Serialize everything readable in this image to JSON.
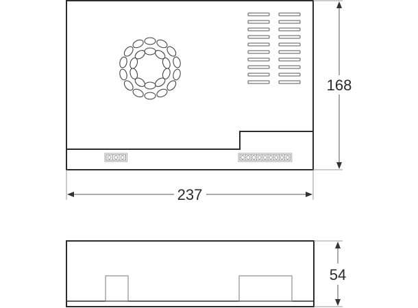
{
  "drawing": {
    "type": "technical-dimension-drawing",
    "colors": {
      "outline": "#2b2b2b",
      "thin_line": "#8a8a8a",
      "dimension_line": "#555555",
      "background": "#ffffff"
    },
    "top_view": {
      "width_label": "237",
      "height_label": "168",
      "vent_slots": {
        "rows": 10,
        "columns": 2
      },
      "fan_grille": {
        "outer_ring_holes": 14,
        "inner_ring_holes": 10
      },
      "connectors": [
        {
          "name": "small-terminal-block",
          "terminals": 3
        },
        {
          "name": "large-terminal-block",
          "terminals": 9
        }
      ]
    },
    "side_view": {
      "height_label": "54"
    }
  }
}
